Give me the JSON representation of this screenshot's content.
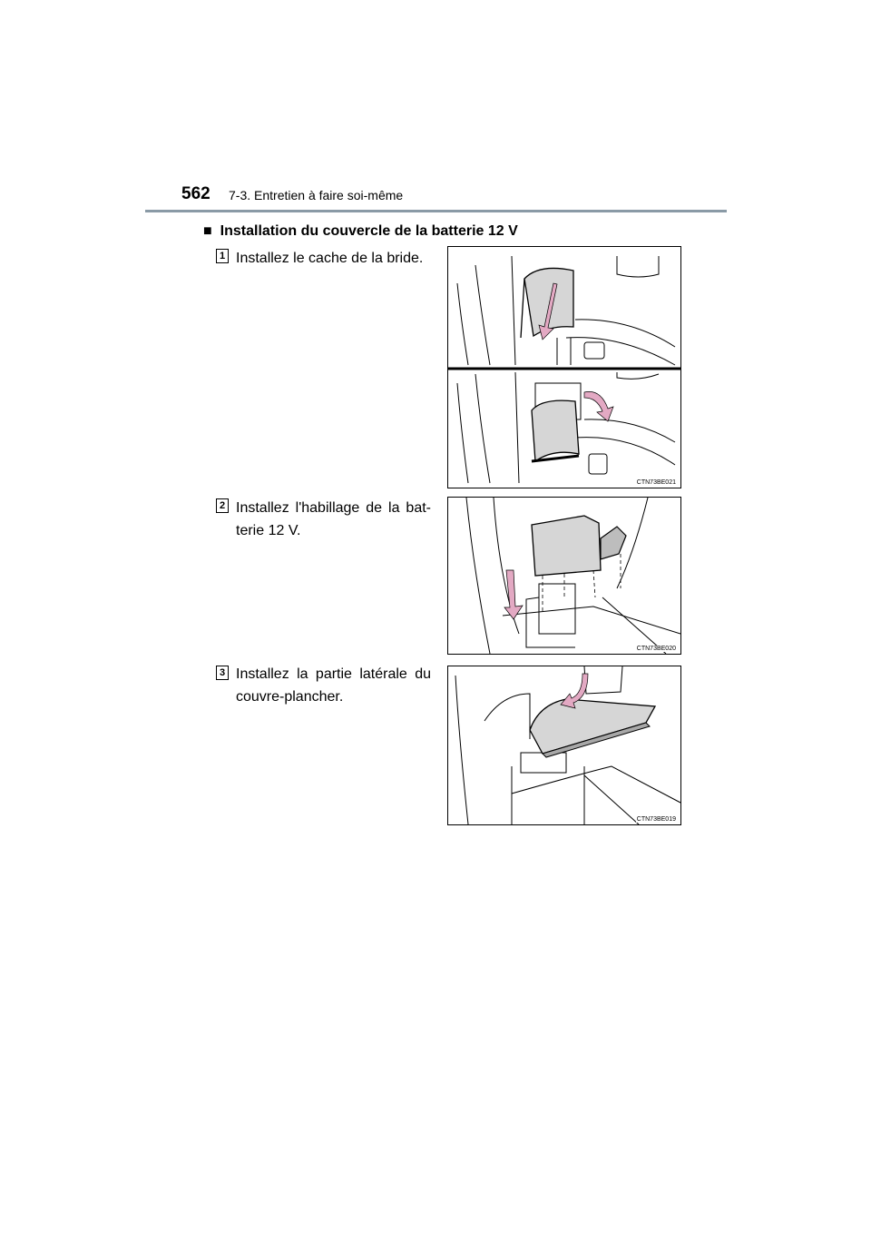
{
  "header": {
    "page_number": "562",
    "chapter": "7-3. Entretien à faire soi-même"
  },
  "section": {
    "marker": "■",
    "title": "Installation du couvercle de la batterie 12 V"
  },
  "steps": [
    {
      "number": "1",
      "text": "Installez le cache de la bride.",
      "figure_code": "CTN73BE021"
    },
    {
      "number": "2",
      "text": "Installez l'habillage de la bat-terie 12 V.",
      "figure_code": "CTN73BE020"
    },
    {
      "number": "3",
      "text": "Installez la partie latérale du couvre-plancher.",
      "figure_code": "CTN73BE019"
    }
  ],
  "colors": {
    "rule": "#8a9aa6",
    "arrow": "#e3a9c3",
    "panel": "#d6d6d6"
  }
}
